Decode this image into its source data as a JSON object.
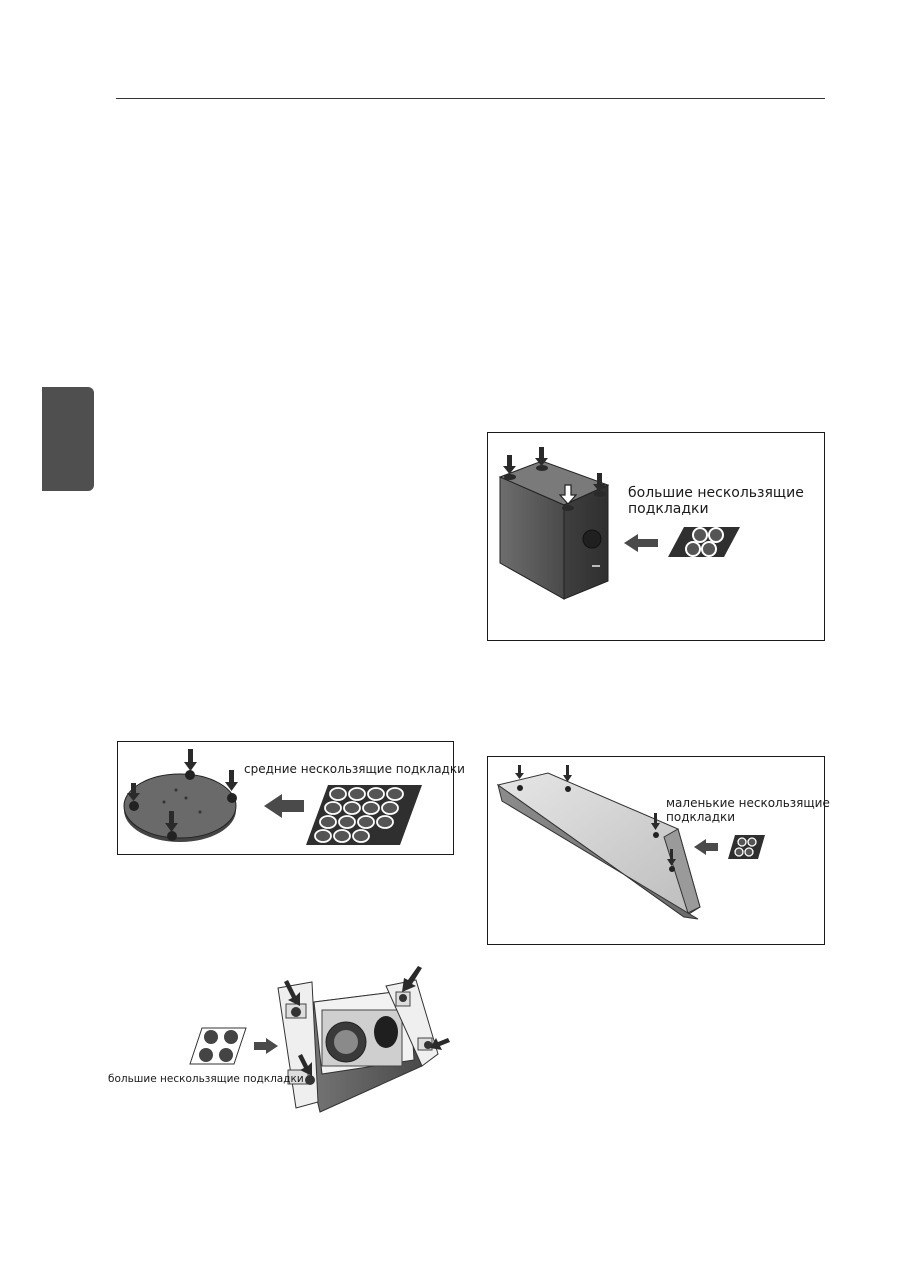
{
  "labels": {
    "subwoofer_large_pads": [
      "большие нескользящие",
      "подкладки"
    ],
    "stand_medium_pads": "средние нескользящие подкладки",
    "soundbar_small_pads": [
      "маленькие нескользящие",
      "подкладки"
    ],
    "cabinet_large_pads": "большие нескользящие подкладки"
  },
  "colors": {
    "side_tab": "#4f4f4f",
    "device_dark": "#5a5a5a",
    "pad_dark": "#333333",
    "arrow": "#2a2a2a"
  }
}
